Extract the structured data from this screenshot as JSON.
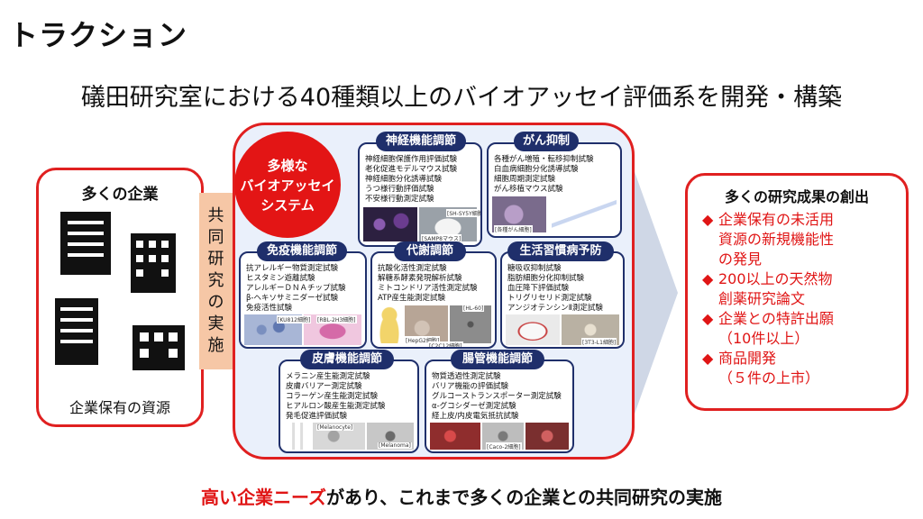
{
  "page_title": "トラクション",
  "subtitle": "礒田研究室における40種類以上のバイオアッセイ評価系を開発・構築",
  "left_box": {
    "title": "多くの企業",
    "footer": "企業保有の資源"
  },
  "joint_label": [
    "共",
    "同",
    "研",
    "究",
    "の",
    "実",
    "施"
  ],
  "center_circle": [
    "多様な",
    "バイオアッセイ",
    "システム"
  ],
  "panels": {
    "neuro": {
      "title": "神経機能調節",
      "items": [
        "神経細胞保護作用評価試験",
        "老化促進モデルマウス試験",
        "神経細胞分化誘導試験",
        "うつ様行動評価試験",
        "不安様行動測定試験"
      ],
      "captions": [
        "[SH-SY5Y細胞]",
        "[SAMP8マウス]"
      ]
    },
    "cancer": {
      "title": "がん抑制",
      "items": [
        "各種がん増殖・転移抑制試験",
        "白血病細胞分化誘導試験",
        "細胞周期測定試験",
        "がん移植マウス試験"
      ],
      "captions": [
        "[各種がん細胞]"
      ]
    },
    "immune": {
      "title": "免疫機能調節",
      "items": [
        "抗アレルギー物質測定試験",
        "ヒスタミン遊離試験",
        "アレルギーＤＮＡチップ試験",
        "β-ヘキソサミニダーゼ試験",
        "免疫活性試験"
      ],
      "captions": [
        "[KU812細胞]",
        "[RBL-2H3細胞]"
      ]
    },
    "metabolic": {
      "title": "代謝調節",
      "items": [
        "抗酸化活性測定試験",
        "解糖系酵素発現解析試験",
        "ミトコンドリア活性測定試験",
        "ATP産生能測定試験"
      ],
      "captions": [
        "[HepG2細胞]",
        "[C2C12細胞]",
        "[HL-60]"
      ]
    },
    "lifestyle": {
      "title": "生活習慣病予防",
      "items": [
        "糖吸収抑制試験",
        "脂肪細胞分化抑制試験",
        "血圧降下評価試験",
        "トリグリセリド測定試験",
        "アンジオテンシンⅡ測定試験"
      ],
      "captions": [
        "[3T3-L1細胞]"
      ]
    },
    "skin": {
      "title": "皮膚機能調節",
      "items": [
        "メラニン産生能測定試験",
        "皮膚バリアー測定試験",
        "コラーゲン産生能測定試験",
        "ヒアルロン酸産生能測定試験",
        "発毛促進評価試験"
      ],
      "captions": [
        "[Melanocyte]",
        "[Melanoma]"
      ]
    },
    "intestine": {
      "title": "腸管機能調節",
      "items": [
        "物質透過性測定試験",
        "バリア機能の評価試験",
        "グルコーストランスポーター測定試験",
        "α-グコシダーゼ測定試験",
        "経上皮/内皮電気抵抗試験"
      ],
      "captions": [
        "[Caco-2細胞]"
      ]
    }
  },
  "right_box": {
    "title": "多くの研究成果の創出",
    "items": [
      {
        "lines": [
          "企業保有の未活用",
          "資源の新規機能性",
          "の発見"
        ]
      },
      {
        "lines": [
          "200以上の天然物",
          "創薬研究論文"
        ]
      },
      {
        "lines": [
          "企業との特許出願"
        ],
        "sub": "（10件以上）"
      },
      {
        "lines": [
          "商品開発"
        ],
        "sub": "（５件の上市）"
      }
    ],
    "bullet": "◆"
  },
  "bottom": {
    "highlight": "高い企業ニーズ",
    "rest": "があり、これまで多くの企業との共同研究の実施"
  }
}
